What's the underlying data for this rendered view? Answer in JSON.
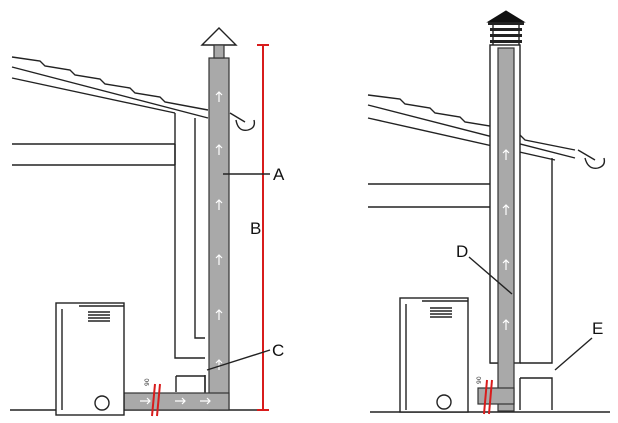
{
  "labels": {
    "A": "A",
    "B": "B",
    "C": "C",
    "D": "D",
    "E": "E"
  },
  "tiny_marks": {
    "left_pipe": "90",
    "right_pipe": "90"
  },
  "colors": {
    "pipe_fill": "#a9a9a9",
    "line": "#222222",
    "measure": "#d81c1c"
  }
}
